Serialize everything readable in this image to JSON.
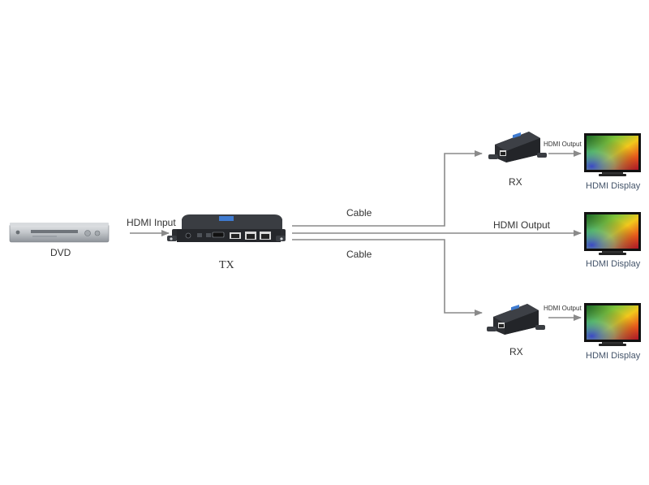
{
  "devices": {
    "dvd": {
      "label": "DVD",
      "icon": "dvd-player-icon"
    },
    "tx": {
      "label": "TX",
      "icon": "hdmi-extender-transmitter-icon"
    },
    "rx_top": {
      "label": "RX",
      "icon": "hdmi-extender-receiver-icon"
    },
    "rx_bottom": {
      "label": "RX",
      "icon": "hdmi-extender-receiver-icon"
    },
    "display_top": {
      "label": "HDMI Display",
      "icon": "monitor-icon"
    },
    "display_middle": {
      "label": "HDMI Display",
      "icon": "monitor-icon"
    },
    "display_bottom": {
      "label": "HDMI Display",
      "icon": "monitor-icon"
    }
  },
  "connections": {
    "hdmi_input": "HDMI Input",
    "cable_top": "Cable",
    "cable_bottom": "Cable",
    "hdmi_output_middle": "HDMI Output",
    "hdmi_output_top": "HDMI Output",
    "hdmi_output_bottom": "HDMI Output"
  },
  "colors": {
    "line": "#8a8a8a",
    "device_body": "#2b2d31",
    "label_display": "#44546a"
  }
}
